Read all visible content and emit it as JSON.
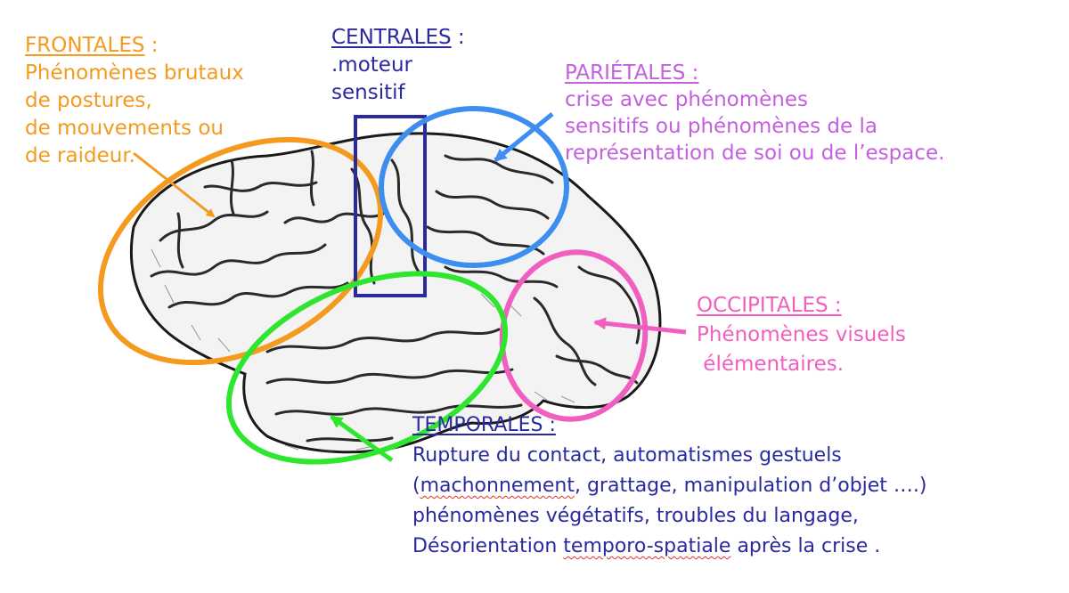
{
  "colors": {
    "frontal": "#f39a1f",
    "central": "#2a2a9e",
    "parietal": "#3d8ef0",
    "parietal_text": "#c45fe0",
    "occipital": "#f05fc0",
    "temporal": "#2ee62e",
    "temporal_text": "#2a2a9e"
  },
  "frontales": {
    "title": "FRONTALES",
    "title_suffix": " :",
    "lines": [
      "Phénomènes brutaux",
      "de postures,",
      "de mouvements ou",
      "de raideur."
    ]
  },
  "centrales": {
    "title": "CENTRALES",
    "title_suffix": " :",
    "lines": [
      ".moteur",
      "sensitif"
    ]
  },
  "parietales": {
    "title": "PARIÉTALES :",
    "lines": [
      "crise avec phénomènes",
      "sensitifs ou phénomènes  de la",
      "représentation de soi ou de l’espace."
    ]
  },
  "occipitales": {
    "title": "OCCIPITALES :",
    "lines": [
      "Phénomènes visuels",
      " élémentaires."
    ]
  },
  "temporales": {
    "title": "TEMPORALES :",
    "line1": "Rupture du contact, automatismes gestuels",
    "line2_open": "(",
    "line2_word": "machonnement",
    "line2_rest": ", grattage, manipulation d’objet ….)",
    "line3": "phénomènes végétatifs, troubles du langage,",
    "line4_start": "Désorientation ",
    "line4_word": "temporo-spatiale",
    "line4_end": " après la crise ."
  }
}
